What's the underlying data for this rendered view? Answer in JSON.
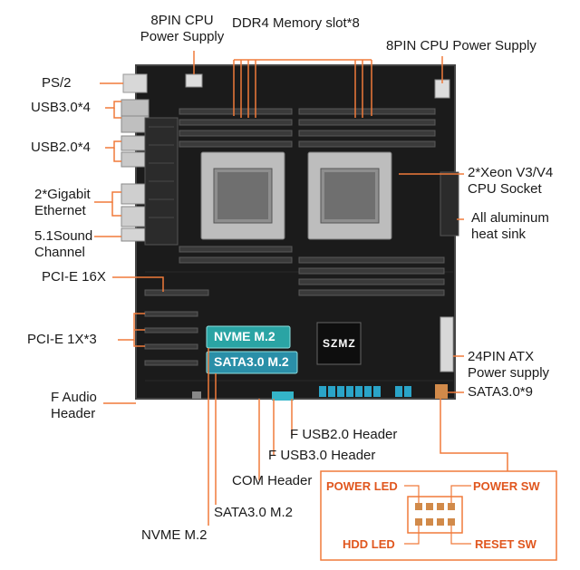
{
  "labels": {
    "cpu_power_left": [
      "8PIN CPU",
      "Power Supply"
    ],
    "ddr4": "DDR4 Memory slot*8",
    "cpu_power_right": "8PIN CPU Power Supply",
    "ps2": "PS/2",
    "usb3": "USB3.0*4",
    "usb2": "USB2.0*4",
    "ethernet": [
      "2*Gigabit",
      "Ethernet"
    ],
    "sound": [
      "5.1Sound",
      "Channel"
    ],
    "pcie16": "PCI-E 16X",
    "pcie1": "PCI-E 1X*3",
    "faudio": [
      "F Audio",
      "Header"
    ],
    "cpu_socket": [
      "2*Xeon V3/V4",
      "CPU Socket"
    ],
    "heatsink": [
      "All aluminum",
      "heat sink"
    ],
    "atx": [
      "24PIN ATX",
      "Power supply"
    ],
    "sata9": "SATA3.0*9",
    "fusb2": "F USB2.0 Header",
    "fusb3": "F USB3.0 Header",
    "com": "COM Header",
    "sata_m2": "SATA3.0 M.2",
    "nvme_m2": "NVME M.2"
  },
  "board_text": {
    "nvme_chip": "NVME M.2",
    "sata_chip": "SATA3.0 M.2",
    "brand": "SZMZ"
  },
  "panel_pins": {
    "power_led": "POWER LED",
    "power_sw": "POWER SW",
    "hdd_led": "HDD LED",
    "reset_sw": "RESET SW"
  },
  "colors": {
    "leader": "#f07a3a",
    "pin_label": "#e0561e",
    "board": "#1b1b1b",
    "callout_chip": "#2aa4a4"
  }
}
